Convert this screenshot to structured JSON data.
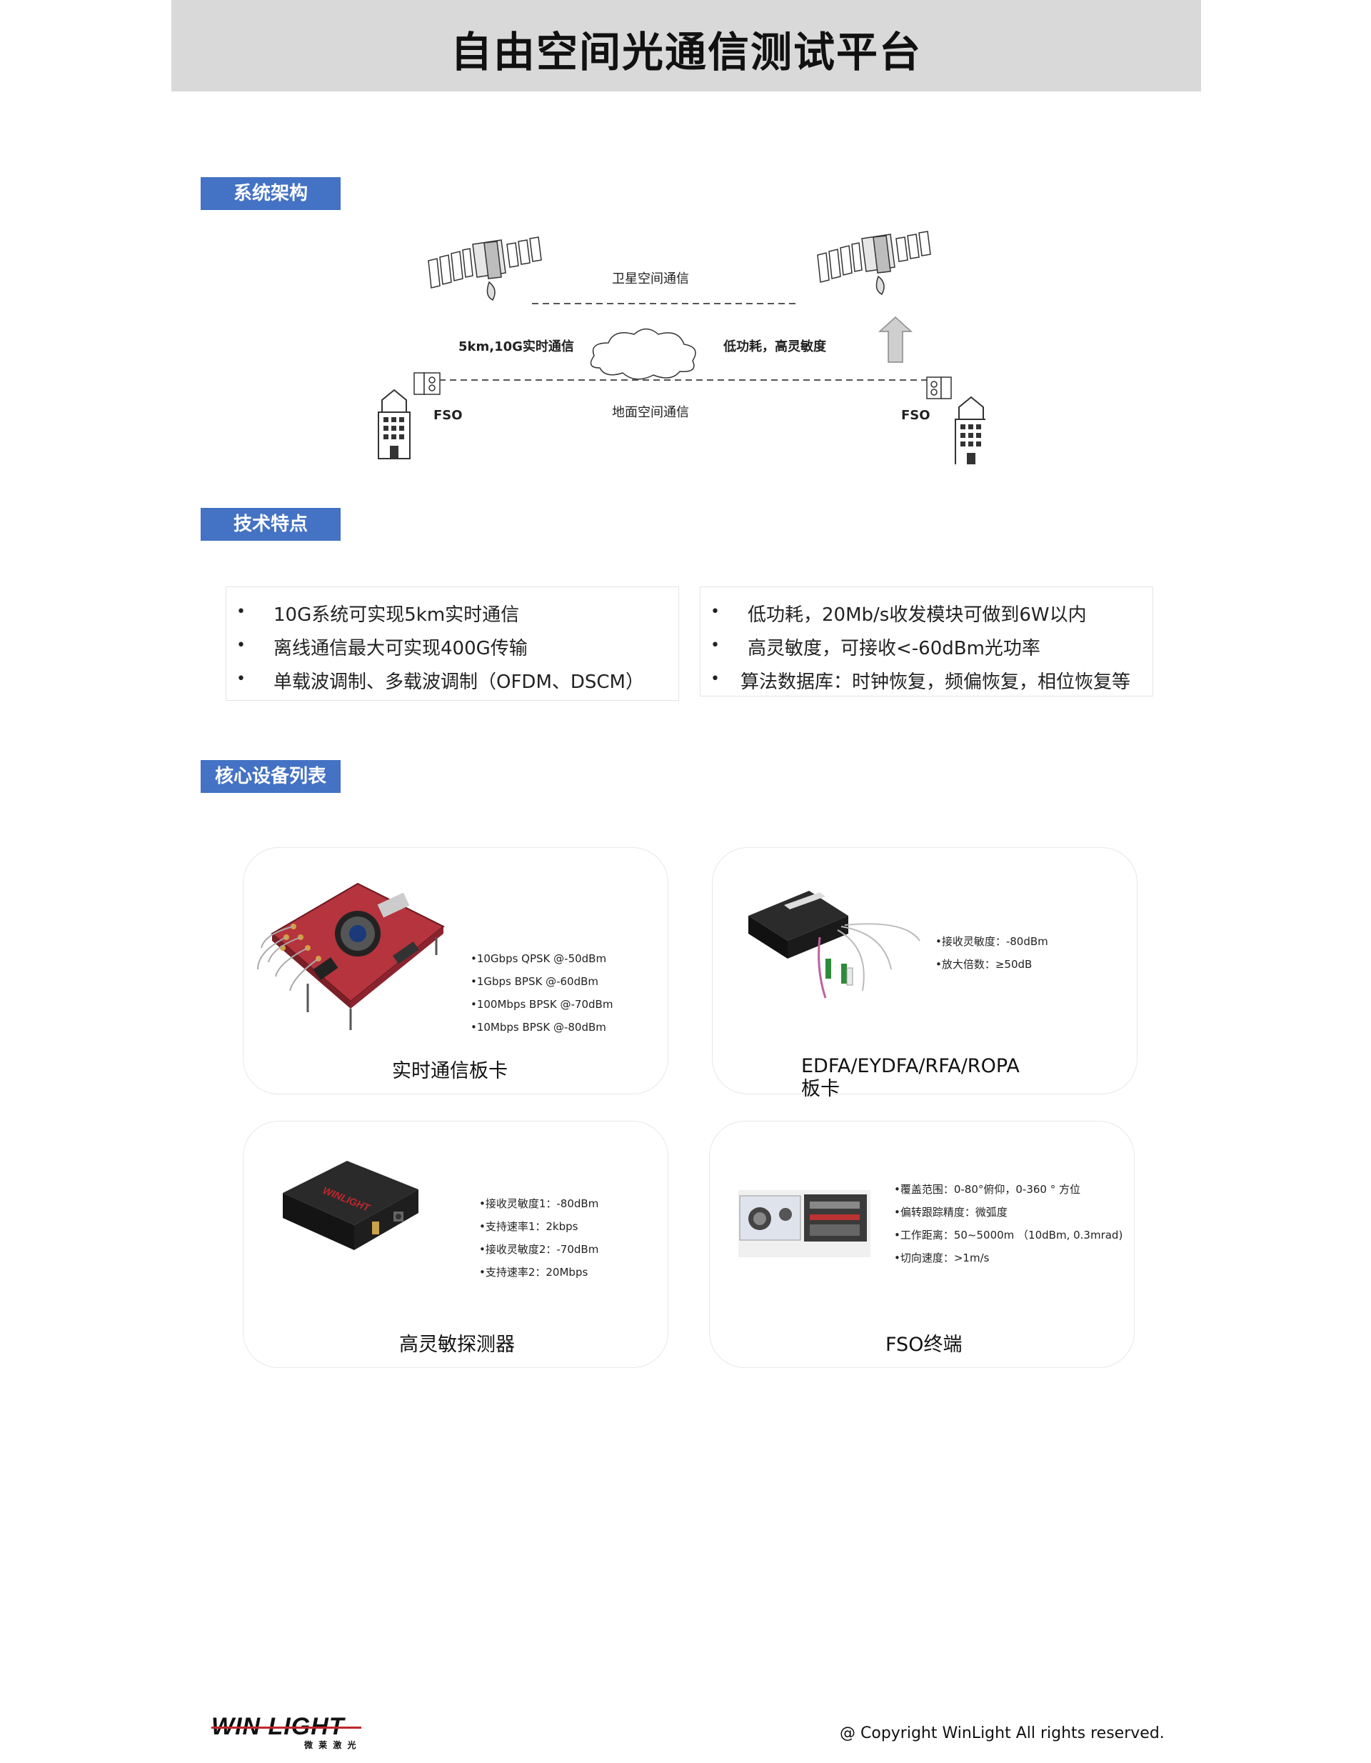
{
  "page": {
    "title": "自由空间光通信测试平台"
  },
  "sections": {
    "architecture": "系统架构",
    "features": "技术特点",
    "equipment": "核心设备列表"
  },
  "diagram": {
    "satellite_link": "卫星空间通信",
    "left_label": "5km,10G实时通信",
    "right_label": "低功耗，高灵敏度",
    "ground_link": "地面空间通信",
    "fso_left": "FSO",
    "fso_right": "FSO"
  },
  "features": {
    "left": [
      "10G系统可实现5km实时通信",
      "离线通信最大可实现400G传输",
      "单载波调制、多载波调制（OFDM、DSCM）"
    ],
    "right": [
      "低功耗，20Mb/s收发模块可做到6W以内",
      "高灵敏度，可接收<-60dBm光功率",
      "算法数据库：时钟恢复，频偏恢复，相位恢复等"
    ]
  },
  "cards": [
    {
      "title": "实时通信板卡",
      "specs": [
        "•10Gbps    QPSK @-50dBm",
        "•1Gbps      BPSK  @-60dBm",
        "•100Mbps BPSK  @-70dBm",
        "•10Mbps   BPSK  @-80dBm"
      ]
    },
    {
      "title": "EDFA/EYDFA/RFA/ROPA板卡",
      "specs": [
        "•接收灵敏度：-80dBm",
        "•放大倍数：≥50dB"
      ]
    },
    {
      "title": "高灵敏探测器",
      "specs": [
        "•接收灵敏度1：-80dBm",
        "•支持速率1：2kbps",
        "•接收灵敏度2：-70dBm",
        "•支持速率2：20Mbps"
      ],
      "device_brand": "WINLIGHT"
    },
    {
      "title": "FSO终端",
      "specs": [
        "•覆盖范围：0-80°俯仰，0-360 ° 方位",
        "•偏转跟踪精度：微弧度",
        "•工作距离：50~5000m （10dBm, 0.3mrad)",
        "•切向速度：>1m/s"
      ]
    }
  ],
  "footer": {
    "logo_text": "WIN LIGHT",
    "logo_sub": "微 莱 激 光",
    "copyright": "@ Copyright WinLight All rights reserved."
  },
  "colors": {
    "section_label_bg": "#4472c4",
    "title_bar_bg": "#d9d9d9",
    "board_red": "#b5343d",
    "logo_red": "#c0272d"
  }
}
